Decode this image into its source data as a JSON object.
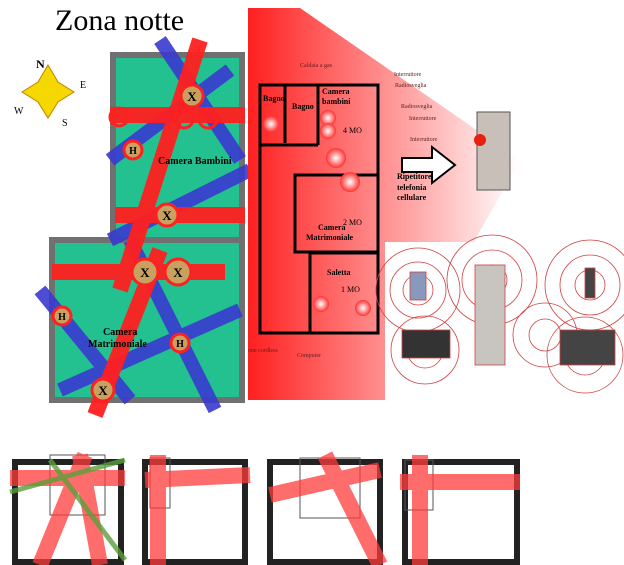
{
  "title": "Zona notte",
  "compass": {
    "n": "N",
    "s": "S",
    "e": "E",
    "w": "W"
  },
  "left_plan": {
    "room1": "Camera Bambini",
    "room2a": "Camera",
    "room2b": "Matrimoniale",
    "cross": "X",
    "h": "H"
  },
  "right_plan": {
    "bagno1": "Bagno",
    "bagno2": "Bagno",
    "camera_bambini_1": "Camera",
    "camera_bambini_2": "bambini",
    "camera_matr_1": "Camera",
    "camera_matr_2": "Matrimoniale",
    "saletta": "Saletta",
    "mo4": "4 MO",
    "mo2": "2 MO",
    "mo1": "1 MO",
    "caldaia": "Caldaia a gas",
    "interruttore1": "Interruttore",
    "radiosveglia1": "Radiosveglia",
    "radiosveglia2": "Radiosveglia",
    "interruttore2": "Interruttore",
    "interruttore3": "Interruttore",
    "cordless": "one cordless",
    "computer": "Computer"
  },
  "ripetitore": {
    "line1": "Ripetitore",
    "line2": "telefonia",
    "line3": "cellulare"
  },
  "colors": {
    "red": "#ff2a2a",
    "blue": "#3a3ad0",
    "green": "#1fbf8f",
    "wall": "#707070"
  }
}
